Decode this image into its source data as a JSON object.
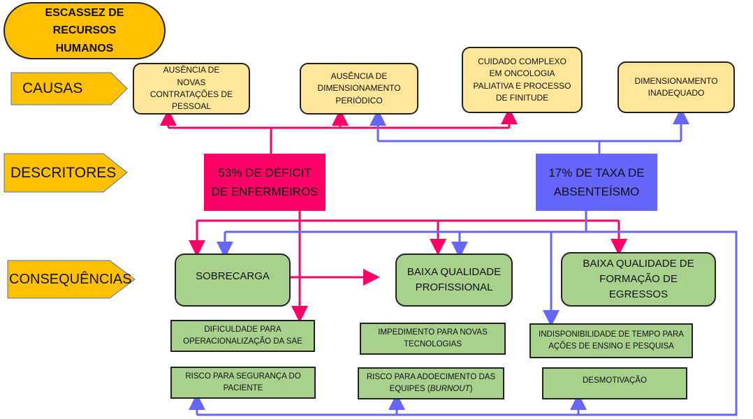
{
  "title": "ESCASSEZ DE RECURSOS HUMANOS",
  "rows": {
    "causes": "CAUSAS",
    "descriptors": "DESCRITORES",
    "consequences": "CONSEQUÊNCIAS"
  },
  "causes": [
    "AUSÊNCIA DE NOVAS CONTRATAÇÕES DE PESSOAL",
    "AUSÊNCIA DE DIMENSIONAMENTO PERIÓDICO",
    "CUIDADO COMPLEXO EM ONCOLOGIA PALIATIVA E PROCESSO DE FINITUDE",
    "DIMENSIONAMENTO INADEQUADO"
  ],
  "descriptors": [
    "53% DE DÉFICIT DE ENFERMEIROS",
    "17% DE TAXA DE ABSENTEÍSMO"
  ],
  "main_consequences": [
    "SOBRECARGA",
    "BAIXA QUALIDADE PROFISSIONAL",
    "BAIXA QUALIDADE DE FORMAÇÃO DE EGRESSOS"
  ],
  "sub_consequences": [
    "DIFICULDADE PARA OPERACIONALIZAÇÃO DA SAE",
    "IMPEDIMENTO PARA NOVAS TECNOLOGIAS",
    "INDISPONIBILIDADE DE TEMPO PARA AÇÕES DE ENSINO E PESQUISA",
    "RISCO PARA SEGURANÇA DO PACIENTE",
    "DESMOTIVAÇÃO"
  ],
  "burnout": {
    "prefix": "RISCO PARA ADOECIMENTO DAS EQUIPES (",
    "italic": "BURNOUT",
    "suffix": ")"
  },
  "colors": {
    "header": "#FFC000",
    "cause": "#FFE699",
    "consequence": "#A9D18E",
    "deficit": "#FF0066",
    "absenteeism": "#6666FF"
  }
}
